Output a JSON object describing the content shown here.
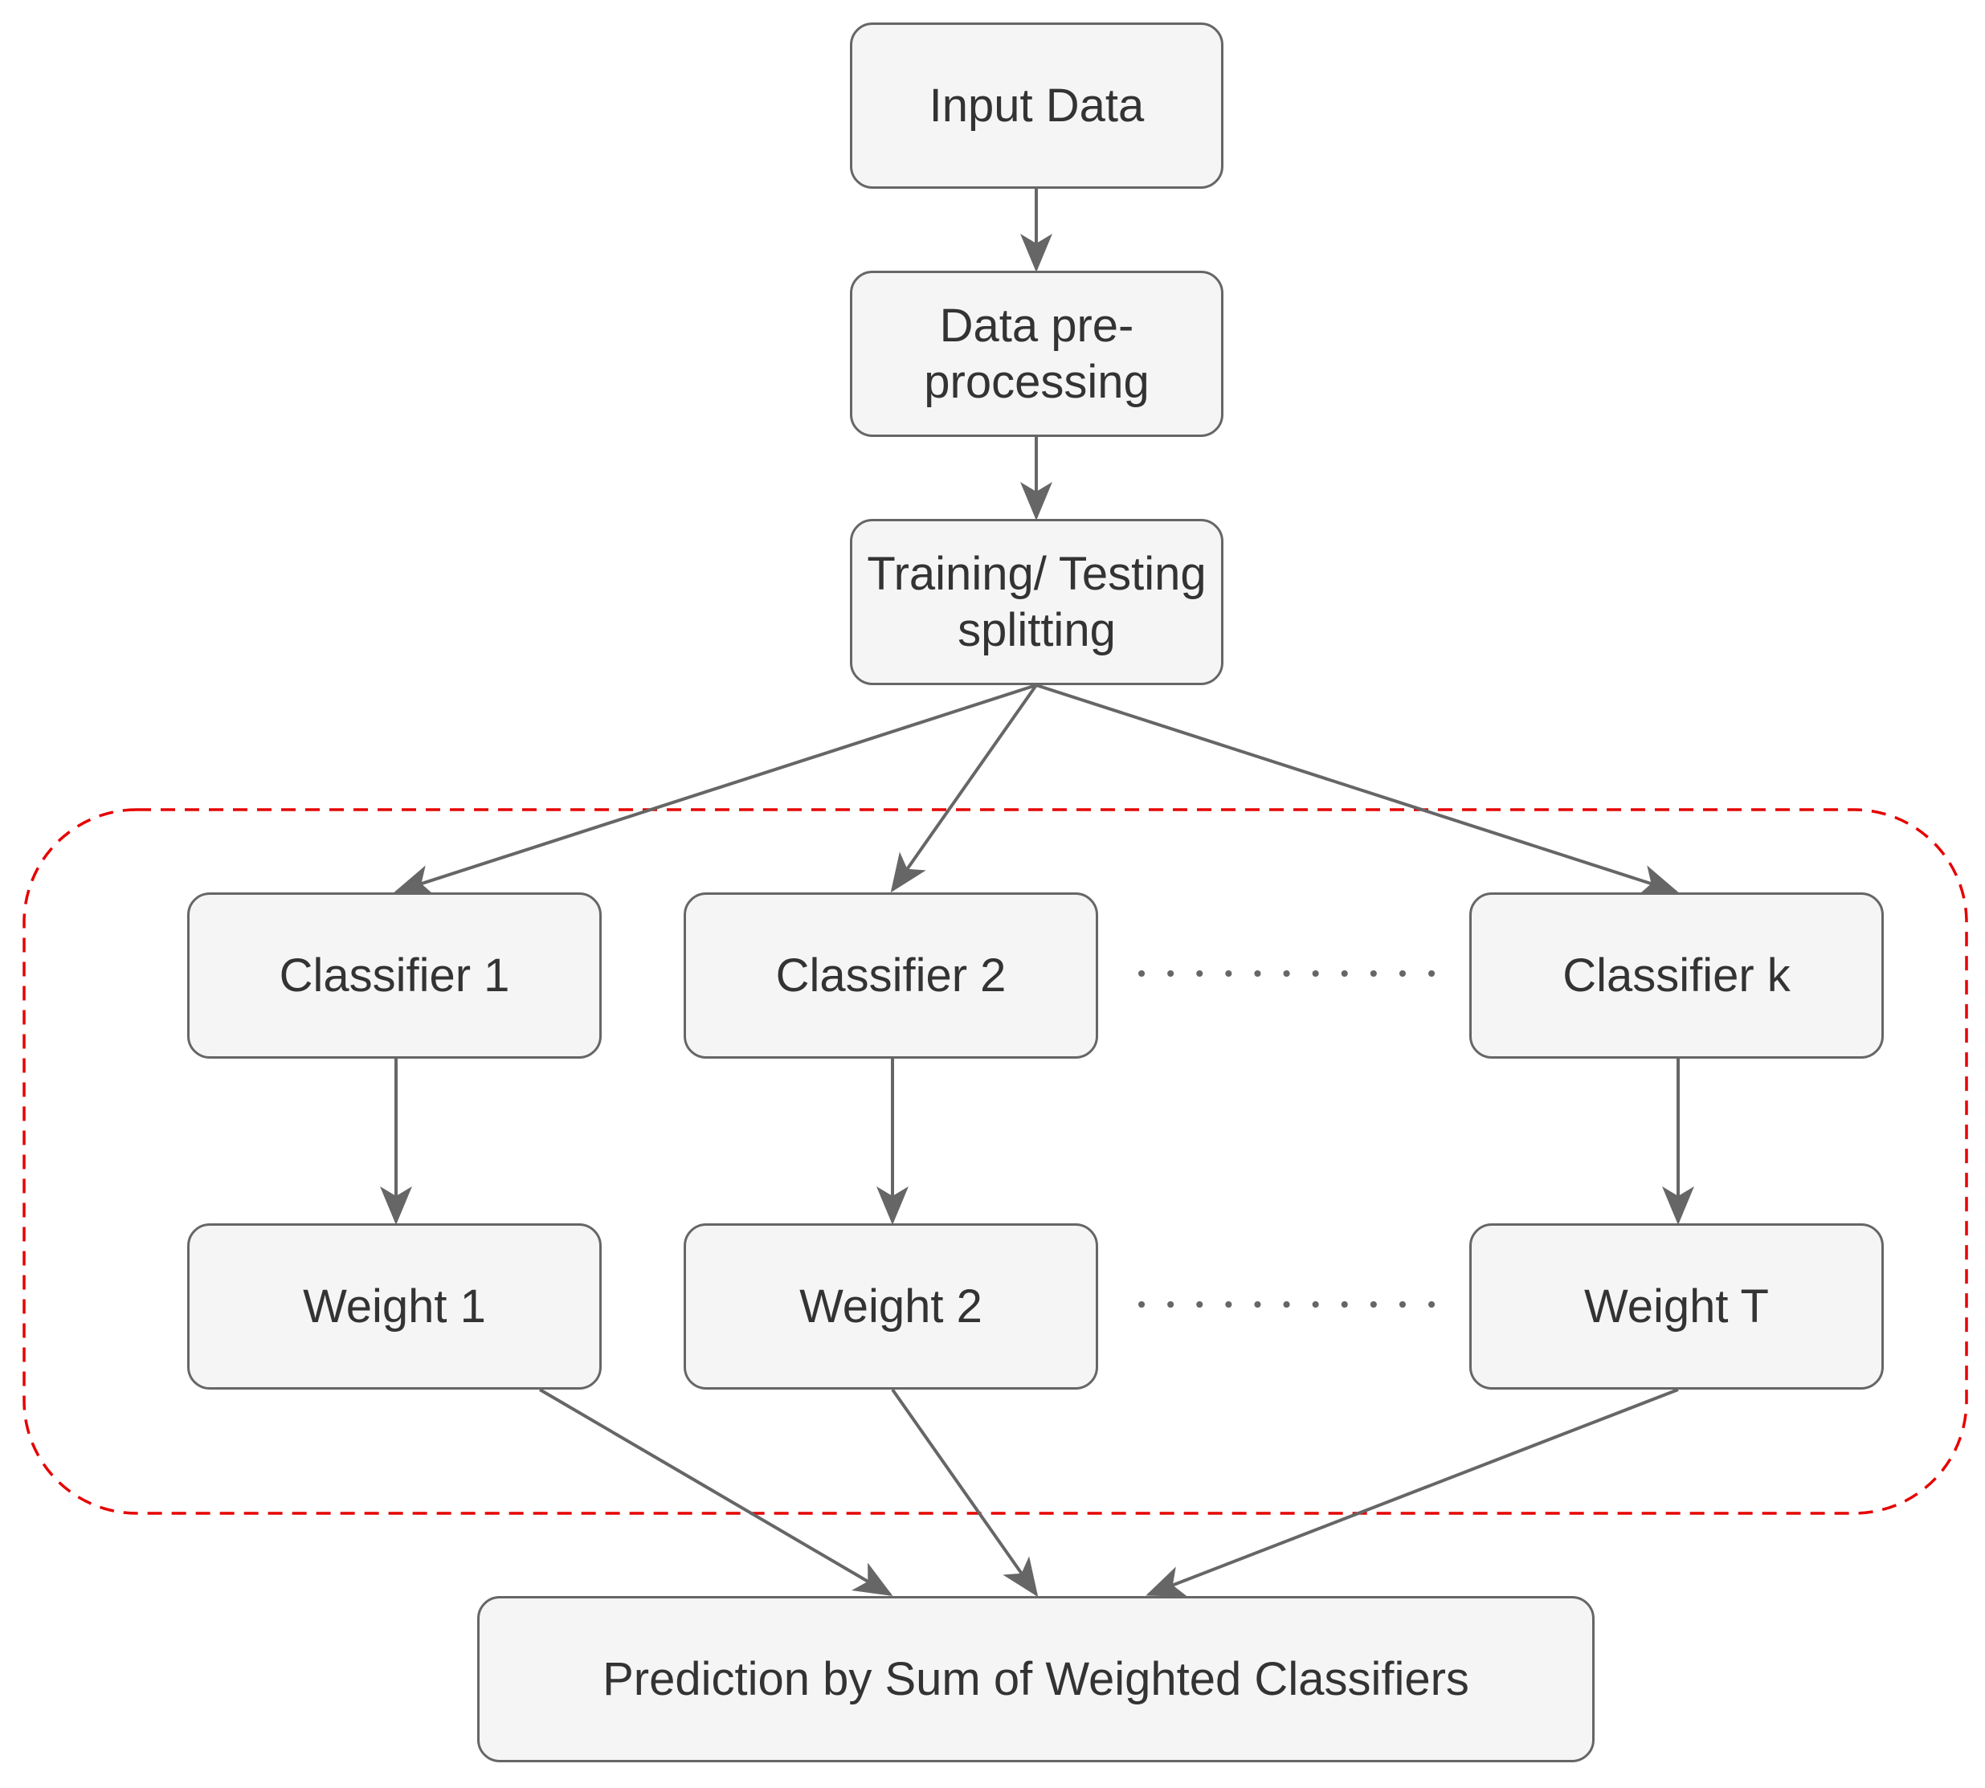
{
  "diagram": {
    "nodes": {
      "input": "Input Data",
      "preprocessing": "Data pre-\nprocessing",
      "split": "Training/ Testing\nsplitting",
      "classifier_1": "Classifier 1",
      "classifier_2": "Classifier 2",
      "classifier_k": "Classifier k",
      "weight_1": "Weight 1",
      "weight_2": "Weight 2",
      "weight_t": "Weight T",
      "prediction": "Prediction by Sum of Weighted Classifiers"
    },
    "edges": [
      {
        "from": "input",
        "to": "preprocessing"
      },
      {
        "from": "preprocessing",
        "to": "split"
      },
      {
        "from": "split",
        "to": "classifier_1"
      },
      {
        "from": "split",
        "to": "classifier_2"
      },
      {
        "from": "split",
        "to": "classifier_k"
      },
      {
        "from": "classifier_1",
        "to": "weight_1"
      },
      {
        "from": "classifier_2",
        "to": "weight_2"
      },
      {
        "from": "classifier_k",
        "to": "weight_t"
      },
      {
        "from": "weight_1",
        "to": "prediction"
      },
      {
        "from": "weight_2",
        "to": "prediction"
      },
      {
        "from": "weight_t",
        "to": "prediction"
      }
    ],
    "colors": {
      "node_fill": "#f5f5f5",
      "node_border": "#666666",
      "text": "#333333",
      "arrow": "#666666",
      "ensemble_border": "#e60000"
    }
  }
}
